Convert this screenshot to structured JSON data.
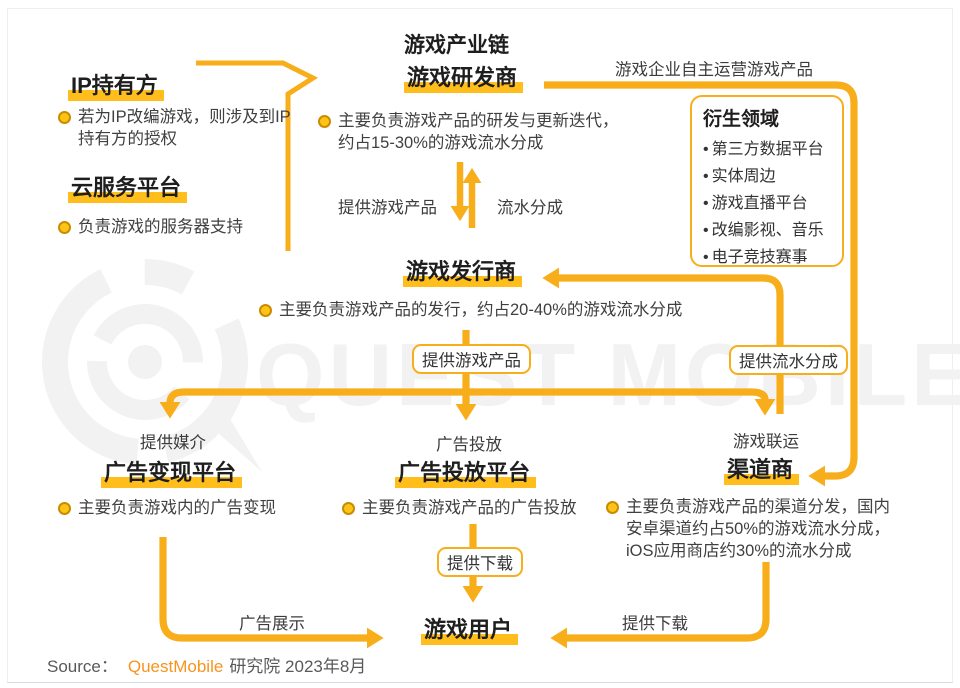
{
  "page": {
    "title": "游戏产业链",
    "source": {
      "prefix": "Source：",
      "brand": "QuestMobile",
      "suffix": "研究院 2023年8月"
    }
  },
  "watermark": {
    "text": "QUEST MOBILE"
  },
  "nodes": {
    "ip_holder": {
      "title": "IP持有方",
      "desc": "若为IP改编游戏，则涉及到IP\n持有方的授权"
    },
    "cloud_platform": {
      "title": "云服务平台",
      "desc": "负责游戏的服务器支持"
    },
    "developer": {
      "title": "游戏研发商",
      "desc": "主要负责游戏产品的研发与更新迭代，\n约占15-30%的游戏流水分成"
    },
    "publisher": {
      "title": "游戏发行商",
      "desc": "主要负责游戏产品的发行，约占20-40%的游戏流水分成"
    },
    "ad_monetization": {
      "title": "广告变现平台",
      "desc": "主要负责游戏内的广告变现"
    },
    "ad_placement": {
      "title": "广告投放平台",
      "desc": "主要负责游戏产品的广告投放"
    },
    "channel": {
      "title": "渠道商",
      "desc": "主要负责游戏产品的渠道分发，国内\n安卓渠道约占50%的游戏流水分成，\niOS应用商店约30%的流水分成"
    },
    "game_user": {
      "title": "游戏用户"
    },
    "derivative": {
      "title": "衍生领域",
      "items": [
        "第三方数据平台",
        "实体周边",
        "游戏直播平台",
        "改编影视、音乐",
        "电子竞技赛事"
      ]
    }
  },
  "flow_labels": {
    "self_operate": "游戏企业自主运营游戏产品",
    "provide_game_product": "提供游戏产品",
    "revenue_share": "流水分成",
    "provide_game_product_boxed": "提供游戏产品",
    "provide_revenue_share_boxed": "提供流水分成",
    "provide_media": "提供媒介",
    "ad_placement": "广告投放",
    "joint_operation": "游戏联运",
    "ad_display": "广告展示",
    "provide_download_boxed": "提供下载",
    "provide_download": "提供下载"
  },
  "colors": {
    "line": "#F8AE1A",
    "highlight": "#FFBE1B",
    "brand": "#F7941E",
    "bullet_fill": "#FFC415",
    "bullet_ring": "#C98C00",
    "watermark": "#F2F2F2",
    "text_dark": "#1E1E1E",
    "text_body": "#404040",
    "source_gray": "#595959"
  }
}
